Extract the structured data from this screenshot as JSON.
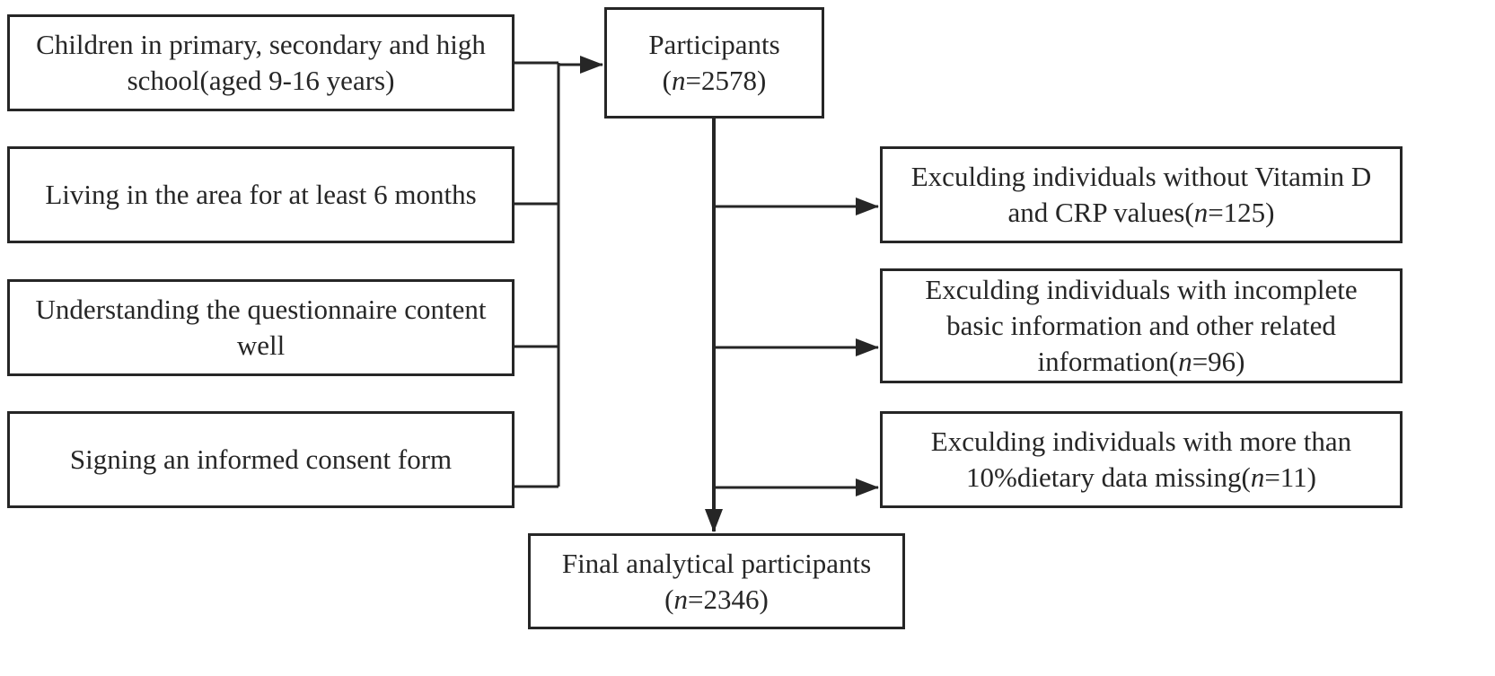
{
  "criteria": [
    {
      "lines": [
        "Children in primary, secondary and high",
        "school(aged 9-16 years)"
      ]
    },
    {
      "lines": [
        "Living in the area for at least 6 months"
      ]
    },
    {
      "lines": [
        "Understanding the questionnaire content",
        "well"
      ]
    },
    {
      "lines": [
        "Signing an informed consent form"
      ]
    }
  ],
  "participants": {
    "label": "Participants",
    "n_prefix": "(",
    "n_symbol": "n",
    "n_value": "=2578)"
  },
  "exclusions": [
    {
      "line1": "Exculding individuals without Vitamin D",
      "line2_text": "and CRP values(",
      "n_symbol": "n",
      "n_value": "=125)"
    },
    {
      "line1": "Exculding individuals with incomplete",
      "line2": "basic information and other related",
      "line3_text": "information(",
      "n_symbol": "n",
      "n_value": "=96)"
    },
    {
      "line1": "Exculding individuals with more than",
      "line2_text": "10%dietary data missing(",
      "n_symbol": "n",
      "n_value": "=11)"
    }
  ],
  "final": {
    "label": "Final analytical participants",
    "n_prefix": "(",
    "n_symbol": "n",
    "n_value": "=2346)"
  },
  "colors": {
    "stroke": "#262626",
    "text": "#262626",
    "background": "#ffffff"
  }
}
